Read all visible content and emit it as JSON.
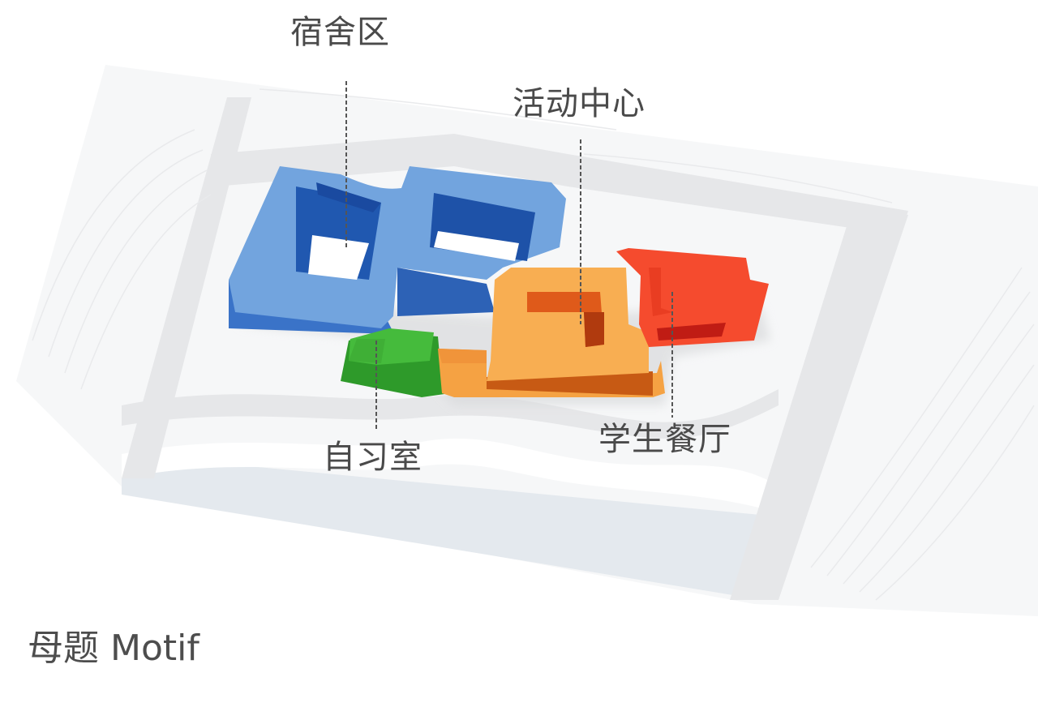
{
  "diagram": {
    "type": "architectural-axonometric",
    "caption": "母题 Motif",
    "labels": {
      "dormitory": "宿舍区",
      "activity_center": "活动中心",
      "study_room": "自习室",
      "canteen": "学生餐厅"
    },
    "colors": {
      "dormitory": "#6fa0dc",
      "dormitory_dark": "#2f68c0",
      "activity_center": "#f6a94a",
      "activity_center_dark": "#d8561a",
      "study_room": "#3bb236",
      "canteen": "#f5492c",
      "canteen_dark": "#c01b12",
      "site_ground": "#f3f4f5",
      "roads": "#e4e5e7",
      "water": "#e2e7ec",
      "label_text": "#4a4a4a",
      "leader_line": "#555555"
    }
  }
}
